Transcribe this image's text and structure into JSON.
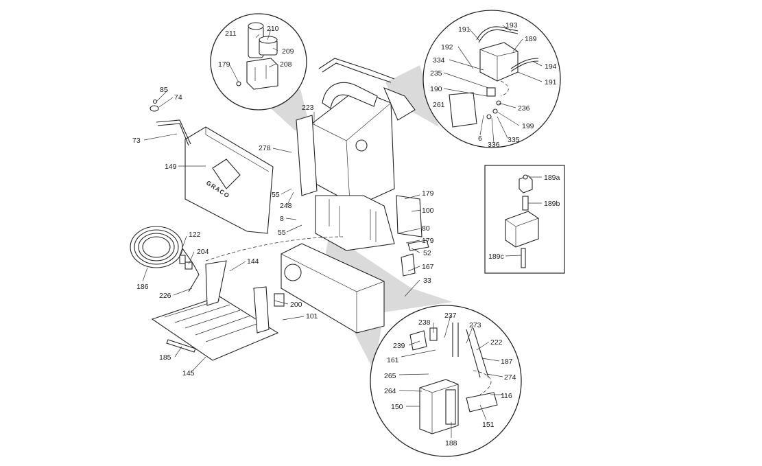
{
  "diagram": {
    "brand_logo_text": "GRACO",
    "callouts": [
      {
        "id": "c-85",
        "text": "85"
      },
      {
        "id": "c-74",
        "text": "74"
      },
      {
        "id": "c-73",
        "text": "73"
      },
      {
        "id": "c-149",
        "text": "149"
      },
      {
        "id": "c-211",
        "text": "211"
      },
      {
        "id": "c-210",
        "text": "210"
      },
      {
        "id": "c-209",
        "text": "209"
      },
      {
        "id": "c-179a",
        "text": "179"
      },
      {
        "id": "c-208",
        "text": "208"
      },
      {
        "id": "c-223",
        "text": "223"
      },
      {
        "id": "c-278",
        "text": "278"
      },
      {
        "id": "c-55a",
        "text": "55"
      },
      {
        "id": "c-248",
        "text": "248"
      },
      {
        "id": "c-8",
        "text": "8"
      },
      {
        "id": "c-55b",
        "text": "55"
      },
      {
        "id": "c-122",
        "text": "122"
      },
      {
        "id": "c-204",
        "text": "204"
      },
      {
        "id": "c-186",
        "text": "186"
      },
      {
        "id": "c-226",
        "text": "226"
      },
      {
        "id": "c-144",
        "text": "144"
      },
      {
        "id": "c-200",
        "text": "200"
      },
      {
        "id": "c-101",
        "text": "101"
      },
      {
        "id": "c-185",
        "text": "185"
      },
      {
        "id": "c-145",
        "text": "145"
      },
      {
        "id": "c-179b",
        "text": "179"
      },
      {
        "id": "c-100",
        "text": "100"
      },
      {
        "id": "c-80",
        "text": "80"
      },
      {
        "id": "c-179c",
        "text": "179"
      },
      {
        "id": "c-52",
        "text": "52"
      },
      {
        "id": "c-167",
        "text": "167"
      },
      {
        "id": "c-33",
        "text": "33"
      },
      {
        "id": "c-193",
        "text": "193"
      },
      {
        "id": "c-191a",
        "text": "191"
      },
      {
        "id": "c-189",
        "text": "189"
      },
      {
        "id": "c-192",
        "text": "192"
      },
      {
        "id": "c-334",
        "text": "334"
      },
      {
        "id": "c-194",
        "text": "194"
      },
      {
        "id": "c-235",
        "text": "235"
      },
      {
        "id": "c-191b",
        "text": "191"
      },
      {
        "id": "c-190",
        "text": "190"
      },
      {
        "id": "c-261",
        "text": "261"
      },
      {
        "id": "c-236",
        "text": "236"
      },
      {
        "id": "c-199",
        "text": "199"
      },
      {
        "id": "c-6",
        "text": "6"
      },
      {
        "id": "c-336",
        "text": "336"
      },
      {
        "id": "c-335",
        "text": "335"
      },
      {
        "id": "c-189a",
        "text": "189a"
      },
      {
        "id": "c-189b",
        "text": "189b"
      },
      {
        "id": "c-189c",
        "text": "189c"
      },
      {
        "id": "c-238",
        "text": "238"
      },
      {
        "id": "c-237",
        "text": "237"
      },
      {
        "id": "c-273",
        "text": "273"
      },
      {
        "id": "c-239",
        "text": "239"
      },
      {
        "id": "c-222",
        "text": "222"
      },
      {
        "id": "c-161",
        "text": "161"
      },
      {
        "id": "c-187",
        "text": "187"
      },
      {
        "id": "c-265",
        "text": "265"
      },
      {
        "id": "c-274",
        "text": "274"
      },
      {
        "id": "c-264",
        "text": "264"
      },
      {
        "id": "c-116",
        "text": "116"
      },
      {
        "id": "c-150",
        "text": "150"
      },
      {
        "id": "c-151",
        "text": "151"
      },
      {
        "id": "c-188",
        "text": "188"
      }
    ]
  }
}
